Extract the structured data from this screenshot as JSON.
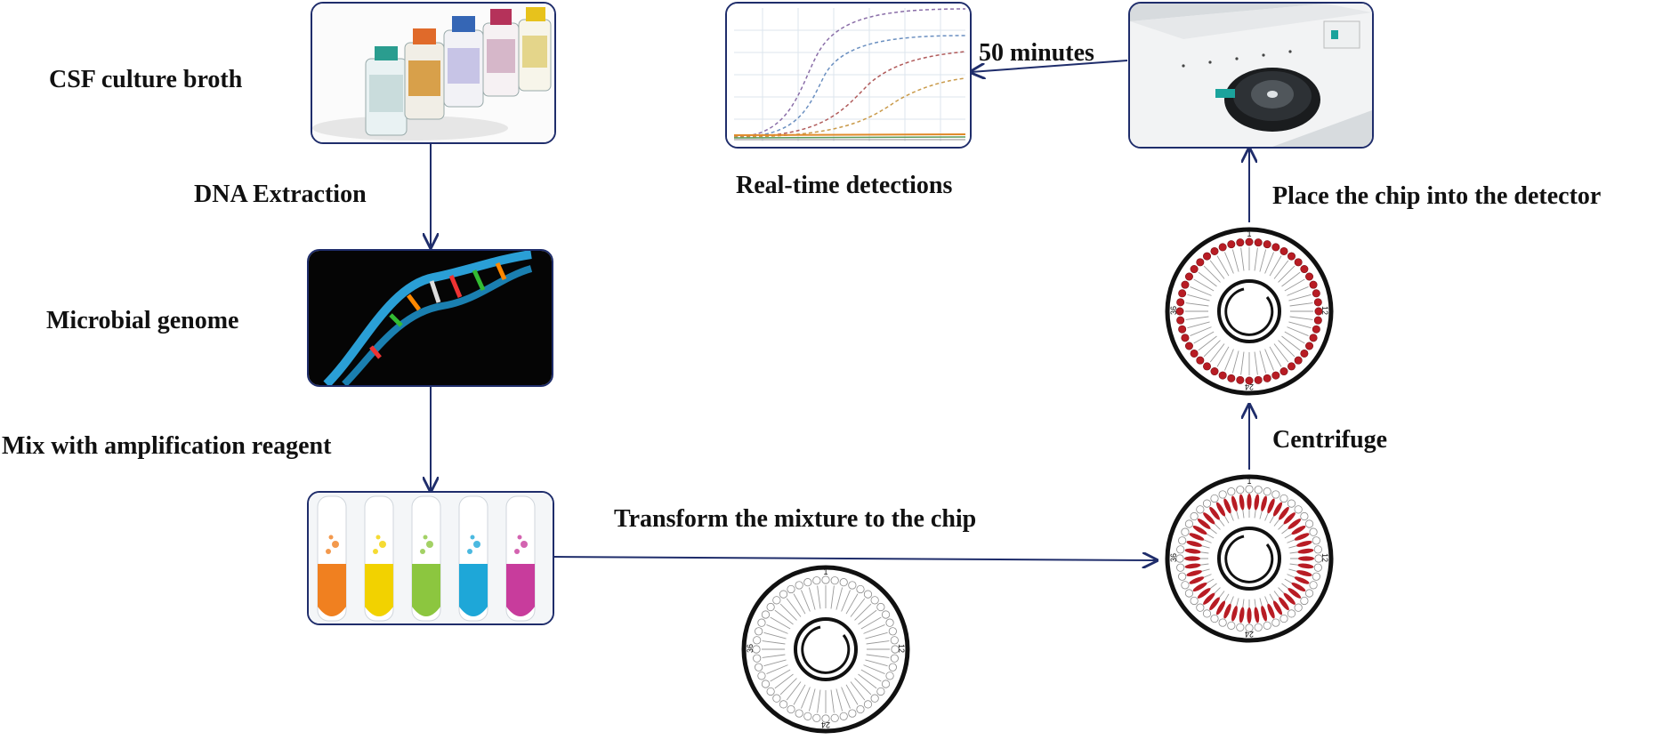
{
  "steps": {
    "csf": "CSF culture broth",
    "dna_extraction": "DNA Extraction",
    "genome": "Microbial genome",
    "mix": "Mix with amplification reagent",
    "transform": "Transform  the mixture to the chip",
    "centrifuge": "Centrifuge",
    "place": "Place the chip into the detector",
    "time": "50 minutes",
    "realtime": "Real-time detections"
  },
  "chip": {
    "mark_top": "1",
    "mark_right": "12",
    "mark_bottom": "24",
    "mark_left": "36"
  },
  "colors": {
    "arrow": "#1f2d6b",
    "panel_border": "#1f2d6b",
    "tube_colors": [
      "#f08020",
      "#f2d200",
      "#8cc63f",
      "#1ea7d8",
      "#c83c9c"
    ],
    "chip_red": "#b81c24"
  }
}
